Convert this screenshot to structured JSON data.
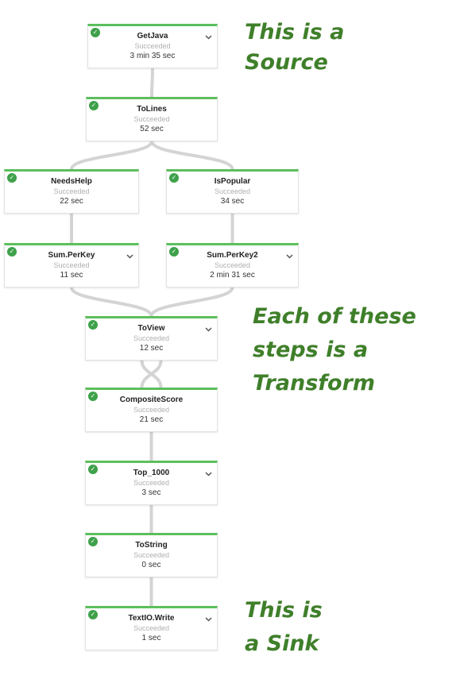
{
  "pipeline": {
    "steps": [
      {
        "id": "getjava",
        "name": "GetJava",
        "status": "Succeeded",
        "duration": "3 min 35 sec",
        "expandable": true
      },
      {
        "id": "tolines",
        "name": "ToLines",
        "status": "Succeeded",
        "duration": "52 sec",
        "expandable": false
      },
      {
        "id": "needshelp",
        "name": "NeedsHelp",
        "status": "Succeeded",
        "duration": "22 sec",
        "expandable": false
      },
      {
        "id": "ispopular",
        "name": "IsPopular",
        "status": "Succeeded",
        "duration": "34 sec",
        "expandable": false
      },
      {
        "id": "sumperkey",
        "name": "Sum.PerKey",
        "status": "Succeeded",
        "duration": "11 sec",
        "expandable": true
      },
      {
        "id": "sumperkey2",
        "name": "Sum.PerKey2",
        "status": "Succeeded",
        "duration": "2 min 31 sec",
        "expandable": true
      },
      {
        "id": "toview",
        "name": "ToView",
        "status": "Succeeded",
        "duration": "12 sec",
        "expandable": true
      },
      {
        "id": "compositescore",
        "name": "CompositeScore",
        "status": "Succeeded",
        "duration": "21 sec",
        "expandable": false
      },
      {
        "id": "top1000",
        "name": "Top_1000",
        "status": "Succeeded",
        "duration": "3 sec",
        "expandable": true
      },
      {
        "id": "tostring",
        "name": "ToString",
        "status": "Succeeded",
        "duration": "0 sec",
        "expandable": false
      },
      {
        "id": "textiowrite",
        "name": "TextIO.Write",
        "status": "Succeeded",
        "duration": "1 sec",
        "expandable": true
      }
    ],
    "edges": [
      [
        "getjava",
        "tolines"
      ],
      [
        "tolines",
        "needshelp"
      ],
      [
        "tolines",
        "ispopular"
      ],
      [
        "needshelp",
        "sumperkey"
      ],
      [
        "ispopular",
        "sumperkey2"
      ],
      [
        "sumperkey",
        "toview"
      ],
      [
        "sumperkey2",
        "toview"
      ],
      [
        "toview",
        "compositescore"
      ],
      [
        "toview",
        "compositescore"
      ],
      [
        "compositescore",
        "top1000"
      ],
      [
        "top1000",
        "tostring"
      ],
      [
        "tostring",
        "textiowrite"
      ]
    ],
    "icons": {
      "success": "check-circle-icon",
      "expand": "chevron-down-icon"
    },
    "colors": {
      "success_bar": "#5cbf5c",
      "success_icon": "#3ea14a",
      "edge": "#d4d4d4",
      "annotation": "#3f7f2a"
    }
  },
  "annotations": {
    "source": {
      "line1": "This is a",
      "line2": "Source"
    },
    "transform": {
      "line1": "Each of these",
      "line2": "steps is a",
      "line3": "Transform"
    },
    "sink": {
      "line1": "This is",
      "line2": "a Sink"
    }
  }
}
